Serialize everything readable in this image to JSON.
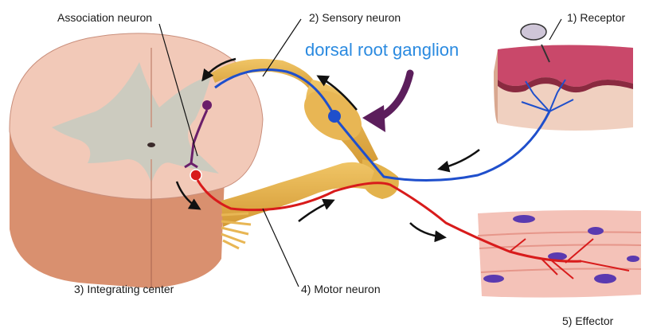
{
  "labels": {
    "association_neuron": "Association neuron",
    "sensory_neuron": "2) Sensory neuron",
    "receptor": "1) Receptor",
    "dorsal_root_ganglion": "dorsal root ganglion",
    "integrating_center": "3) Integrating center",
    "motor_neuron": "4) Motor neuron",
    "effector": "5) Effector"
  },
  "colors": {
    "sensory": "#1f4fcc",
    "motor": "#d81b1b",
    "association": "#5a1a5a",
    "annotation": "#2a8ae0",
    "annotation_arrow": "#5c1e5c",
    "nerve": "#e3b24c",
    "cord_outer": "#f2c9b8",
    "cord_gray": "#c8cbc0",
    "muscle": "#f4c2b8",
    "skin": "#d25a78"
  }
}
